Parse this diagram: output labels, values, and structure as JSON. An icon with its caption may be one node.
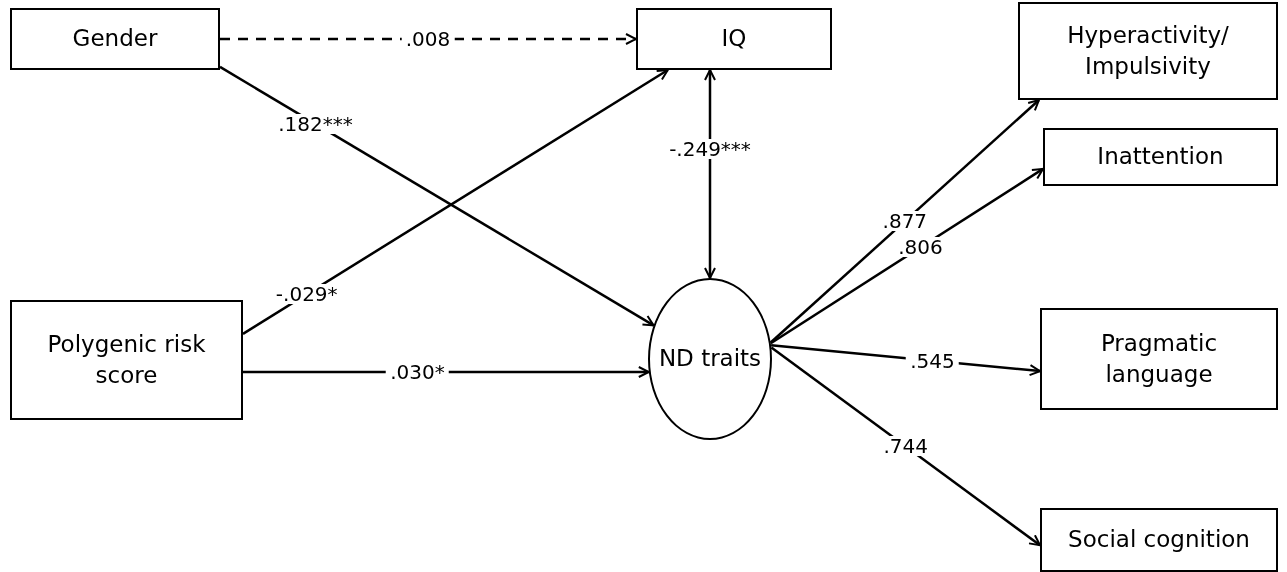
{
  "diagram": {
    "nodes": [
      {
        "text": [
          "Gender"
        ]
      },
      {
        "text": [
          "IQ"
        ]
      },
      {
        "text": [
          "Hyperactivity/ Impulsivity"
        ]
      },
      {
        "text": [
          "Inattention"
        ]
      },
      {
        "text": [
          "Polygenic risk score"
        ]
      },
      {
        "text": [
          "ND traits"
        ]
      },
      {
        "text": [
          "Pragmatic language"
        ]
      },
      {
        "text": [
          "Social cognition"
        ]
      }
    ],
    "edges": [
      {
        "from": 0,
        "to": 1,
        "arrow": "to",
        "label": ".008",
        "style": "dashed"
      },
      {
        "from": 0,
        "to": 5,
        "arrow": "to",
        "label": ".182***"
      },
      {
        "from": 4,
        "to": 1,
        "arrow": "to",
        "label": "-.029*"
      },
      {
        "from": 4,
        "to": 5,
        "arrow": "to",
        "label": ".030*"
      },
      {
        "from": 1,
        "to": 5,
        "arrow": "both",
        "label": "-.249***"
      },
      {
        "from": 5,
        "to": 2,
        "arrow": "to",
        "label": ".877"
      },
      {
        "from": 5,
        "to": 3,
        "arrow": "to",
        "label": ".806"
      },
      {
        "from": 5,
        "to": 6,
        "arrow": "to",
        "label": ".545"
      },
      {
        "from": 5,
        "to": 7,
        "arrow": "to",
        "label": ".744"
      }
    ]
  }
}
